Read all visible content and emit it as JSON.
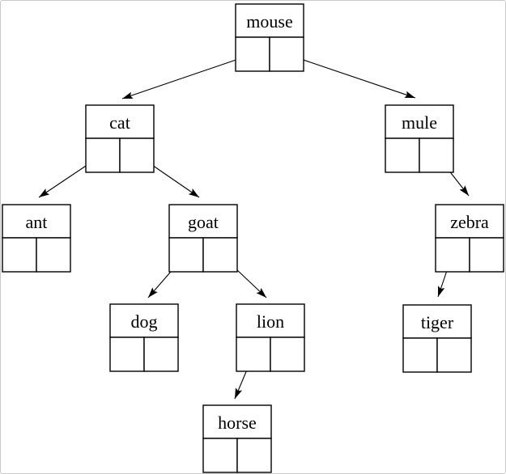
{
  "page": {
    "background_color": "#ffffff",
    "border_color": "#c9c9c9"
  },
  "diagram": {
    "type": "binary-tree-linked-nodes",
    "line_color": "#000000",
    "node_fill_color": "#ffffff",
    "nodes": [
      {
        "id": "mouse",
        "label": "mouse"
      },
      {
        "id": "cat",
        "label": "cat"
      },
      {
        "id": "mule",
        "label": "mule"
      },
      {
        "id": "ant",
        "label": "ant"
      },
      {
        "id": "goat",
        "label": "goat"
      },
      {
        "id": "zebra",
        "label": "zebra"
      },
      {
        "id": "dog",
        "label": "dog"
      },
      {
        "id": "lion",
        "label": "lion"
      },
      {
        "id": "tiger",
        "label": "tiger"
      },
      {
        "id": "horse",
        "label": "horse"
      }
    ],
    "edges": [
      {
        "from": "mouse",
        "pointer": "left",
        "to": "cat"
      },
      {
        "from": "mouse",
        "pointer": "right",
        "to": "mule"
      },
      {
        "from": "cat",
        "pointer": "left",
        "to": "ant"
      },
      {
        "from": "cat",
        "pointer": "right",
        "to": "goat"
      },
      {
        "from": "goat",
        "pointer": "left",
        "to": "dog"
      },
      {
        "from": "goat",
        "pointer": "right",
        "to": "lion"
      },
      {
        "from": "lion",
        "pointer": "left",
        "to": "horse"
      },
      {
        "from": "mule",
        "pointer": "right",
        "to": "zebra"
      },
      {
        "from": "zebra",
        "pointer": "left",
        "to": "tiger"
      }
    ]
  }
}
